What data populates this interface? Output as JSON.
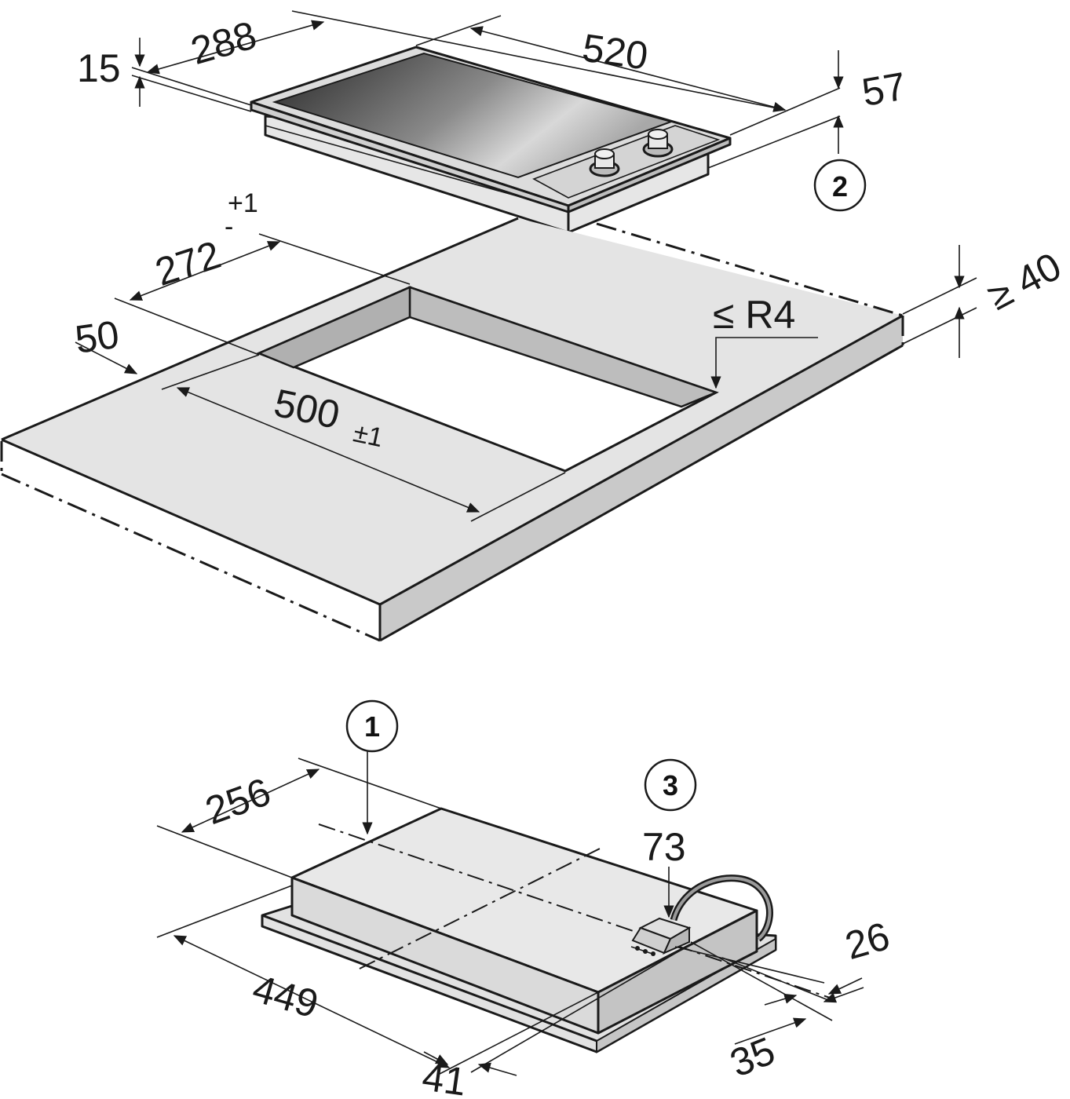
{
  "hob": {
    "dimensions": {
      "depth": "288",
      "width": "520",
      "frame_thickness": "15",
      "height": "57"
    },
    "callout_2": "2"
  },
  "cutout": {
    "dimensions": {
      "depth": "272",
      "depth_tolerance": "+1",
      "depth_tolerance_minus": "-",
      "width": "500",
      "width_tolerance": "±1",
      "front_clearance": "50",
      "corner_radius": "≤ R4",
      "worktop_min_thickness": "≥ 40"
    }
  },
  "underside": {
    "callout_1": "1",
    "callout_3": "3",
    "dimensions": {
      "depth": "256",
      "width": "449",
      "connection_height": "73",
      "connection_offset_a": "26",
      "connection_offset_b": "35",
      "connection_offset_c": "41"
    }
  },
  "colors": {
    "line": "#1a1a1a",
    "worktop": "#e4e4e4",
    "worktop_edge": "#c9c9c9",
    "cutout_wall": "#bdbdbd",
    "hob_frame": "#dcdcdc",
    "glass_dark": "#262626",
    "glass_light": "#d8d8d8"
  }
}
